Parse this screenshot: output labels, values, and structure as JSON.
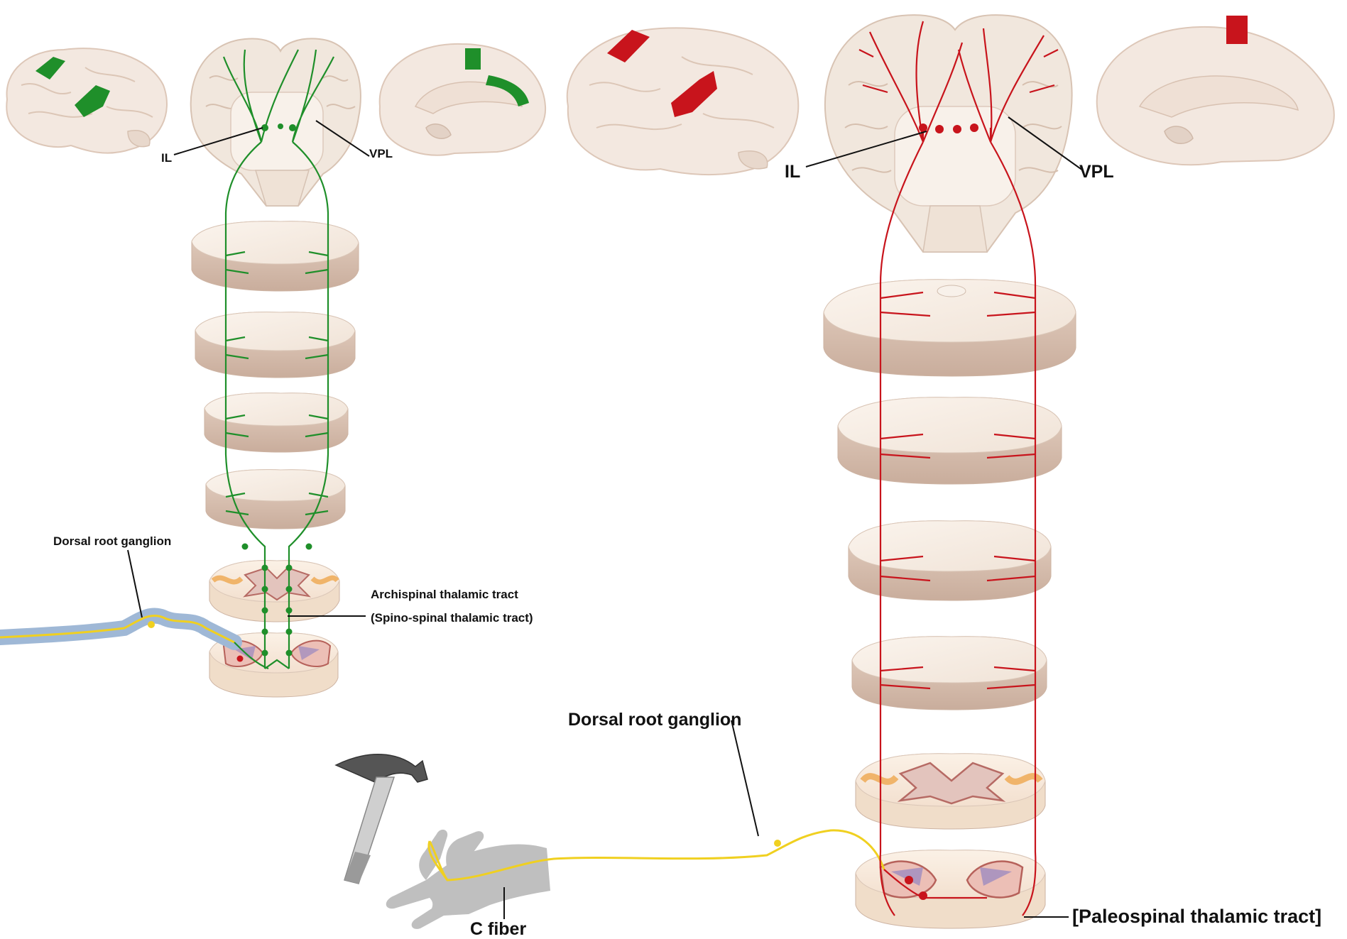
{
  "left_panel": {
    "label_il": "IL",
    "label_vpl": "VPL",
    "label_drg": "Dorsal root ganglion",
    "label_tract_line1": "Archispinal thalamic tract",
    "label_tract_line2": "(Spino-spinal thalamic tract)"
  },
  "right_panel": {
    "label_il": "IL",
    "label_vpl": "VPL",
    "label_drg": "Dorsal root ganglion",
    "label_c_fiber": "C fiber",
    "label_tract": "[Paleospinal thalamic tract]"
  },
  "colors": {
    "archispinal_pathway": "#1f8f2a",
    "paleospinal_pathway": "#c8141c",
    "nerve_fiber": "#f0d020",
    "nerve_sheath": "#9fb8d6",
    "brain_tissue": "#f1e7dd",
    "white_matter": "#f9f3ec",
    "gray_matter": "#c98a84",
    "hand_silhouette": "#bfbfbf"
  },
  "icons": [
    "hammer-icon",
    "hand-icon",
    "brain-lateral-icon",
    "brain-medial-icon",
    "brain-coronal-icon",
    "spinal-cord-section-icon"
  ]
}
